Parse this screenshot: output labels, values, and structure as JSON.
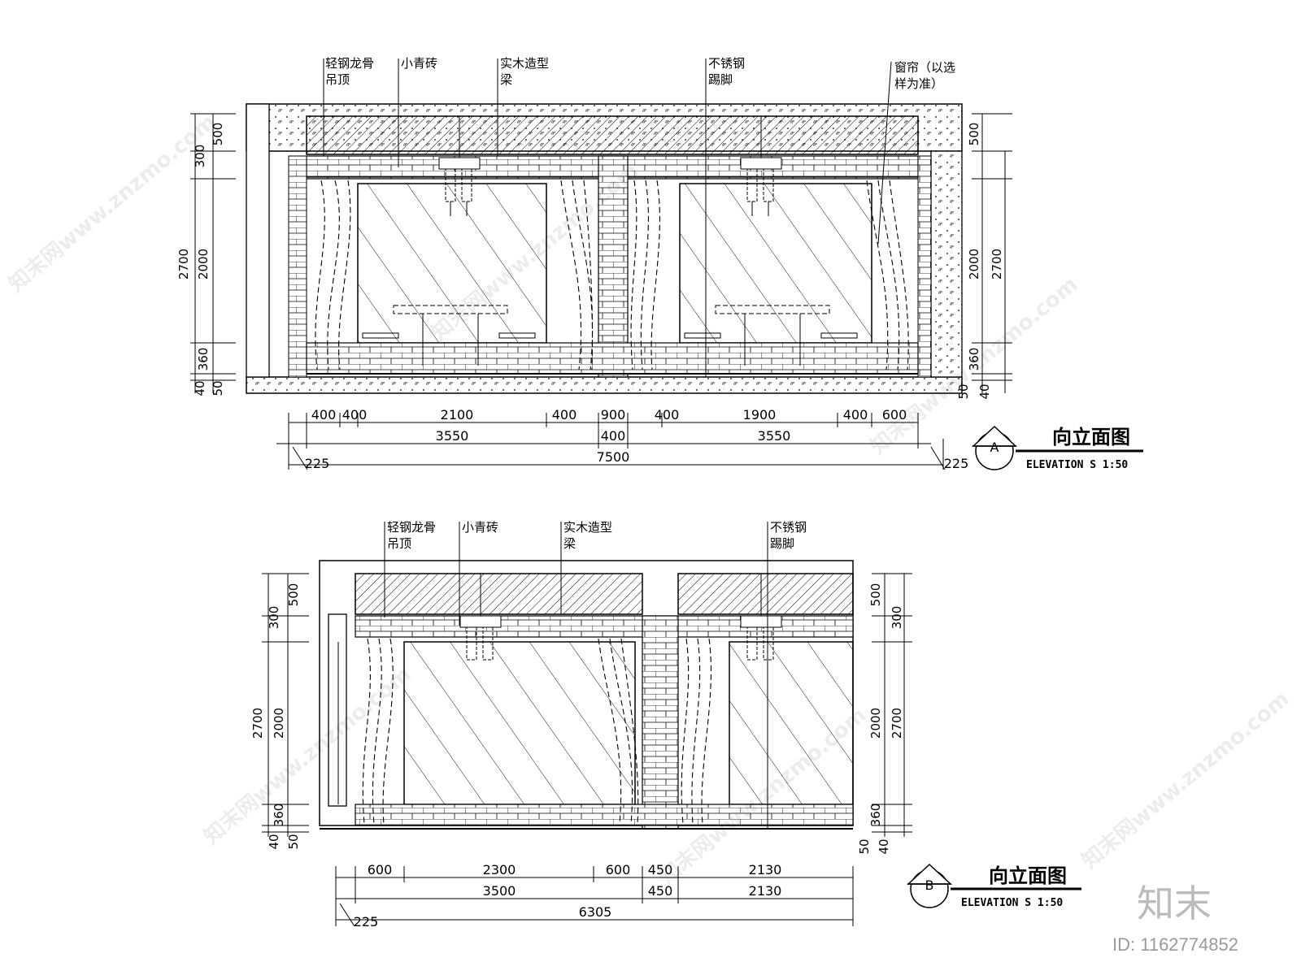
{
  "elevation_a": {
    "callouts": [
      {
        "line1": "轻钢龙骨",
        "line2": "吊顶"
      },
      {
        "line1": "小青砖",
        "line2": ""
      },
      {
        "line1": "实木造型",
        "line2": "梁"
      },
      {
        "line1": "不锈钢",
        "line2": "踢脚"
      },
      {
        "line1": "窗帘（以选",
        "line2": "样为准）"
      }
    ],
    "left_dims": [
      "500",
      "300",
      "2700",
      "2000",
      "360",
      "40",
      "50"
    ],
    "right_dims": [
      "500",
      "2000",
      "2700",
      "360",
      "50",
      "40"
    ],
    "bottom_row1": [
      "400",
      "400",
      "2100",
      "400",
      "900",
      "400",
      "1900",
      "400",
      "600"
    ],
    "bottom_row2": [
      "3550",
      "400",
      "3550"
    ],
    "bottom_row3": [
      "225",
      "7500",
      "225"
    ],
    "symbol_letter": "A",
    "title": "向立面图",
    "subtitle": "ELEVATION  S 1:50"
  },
  "elevation_b": {
    "callouts": [
      {
        "line1": "轻钢龙骨",
        "line2": "吊顶"
      },
      {
        "line1": "小青砖",
        "line2": ""
      },
      {
        "line1": "实木造型",
        "line2": "梁"
      },
      {
        "line1": "不锈钢",
        "line2": "踢脚"
      }
    ],
    "left_dims": [
      "500",
      "300",
      "2700",
      "2000",
      "360",
      "40",
      "50"
    ],
    "right_dims": [
      "500",
      "300",
      "2000",
      "2700",
      "360",
      "50",
      "40"
    ],
    "bottom_row1": [
      "600",
      "2300",
      "600",
      "450",
      "2130"
    ],
    "bottom_row2": [
      "3500",
      "450",
      "2130"
    ],
    "bottom_row3": [
      "225",
      "6305"
    ],
    "symbol_letter": "B",
    "title": "向立面图",
    "subtitle": "ELEVATION S 1:50"
  },
  "watermark": {
    "text": "知末网www.znzmo.com",
    "brand": "知末",
    "id_text": "ID: 1162774852"
  }
}
